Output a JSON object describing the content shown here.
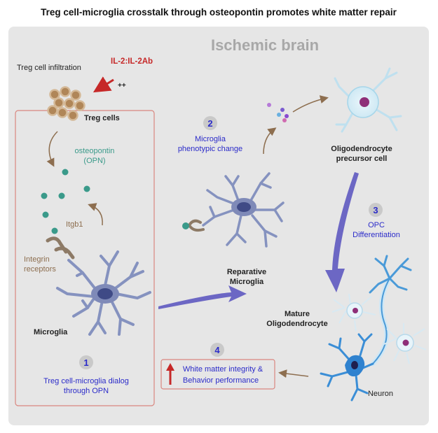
{
  "title": "Treg cell-microglia crosstalk through osteopontin promotes white matter repair",
  "region_label": "Ischemic brain",
  "treg": {
    "infiltration": "Treg cell infiltration",
    "drug": "IL-2:IL-2Ab",
    "plusplus": "++",
    "cells": "Treg cells",
    "opn_line1": "osteopontin",
    "opn_line2": "(OPN)",
    "itgb1": "Itgb1",
    "receptors_line1": "Integrin",
    "receptors_line2": "receptors",
    "microglia": "Microglia"
  },
  "steps": [
    {
      "number": "1",
      "line1": "Treg cell-microglia dialog",
      "line2": "through OPN"
    },
    {
      "number": "2",
      "line1": "Microglia",
      "line2": "phenotypic change"
    },
    {
      "number": "3",
      "line1": "OPC",
      "line2": "Differentiation"
    },
    {
      "number": "4",
      "line1": "White matter integrity &",
      "line2": "Behavior performance"
    }
  ],
  "cells": {
    "reparative_line1": "Reparative",
    "reparative_line2": "Microglia",
    "opc_line1": "Oligodendrocyte",
    "opc_line2": "precursor cell",
    "mature_line1": "Mature",
    "mature_line2": "Oligodendrocyte",
    "neuron": "Neuron"
  },
  "colors": {
    "panel": "#e6e6e6",
    "region_text": "#a8a8a8",
    "step_text": "#2b2bc9",
    "drug": "#c62828",
    "opn": "#3a9a8a",
    "cell": "#8592bf",
    "brown": "#8d6e4f",
    "oligo": "#4a9ad8"
  }
}
